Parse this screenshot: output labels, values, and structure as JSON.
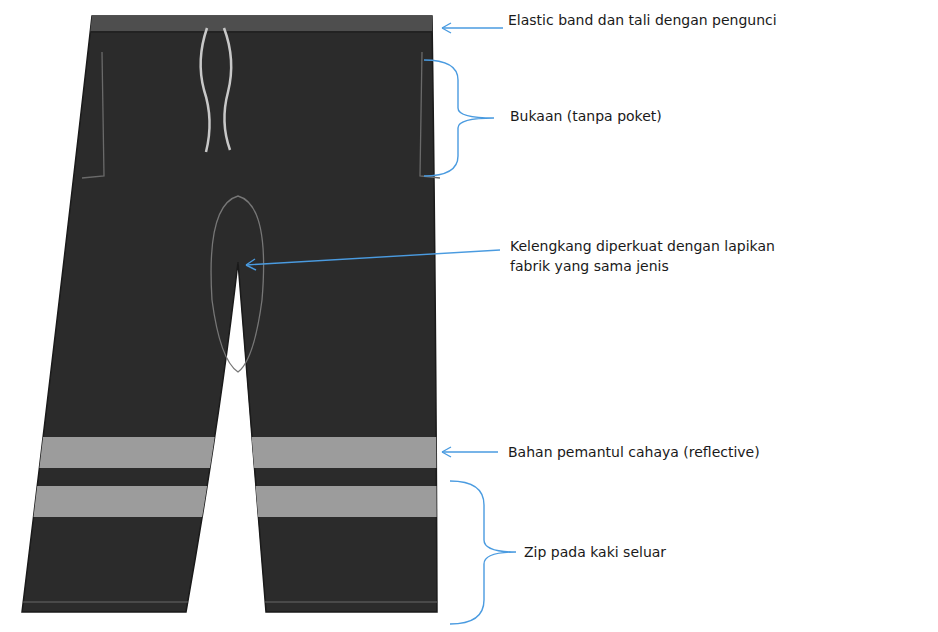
{
  "diagram": {
    "labels": [
      "Elastic band dan tali dengan pengunci",
      "Bukaan (tanpa poket)",
      "Kelengkang diperkuat dengan lapikan fabrik yang sama jenis",
      "Bahan pemantul cahaya (reflective)",
      "Zip pada kaki seluar"
    ]
  }
}
